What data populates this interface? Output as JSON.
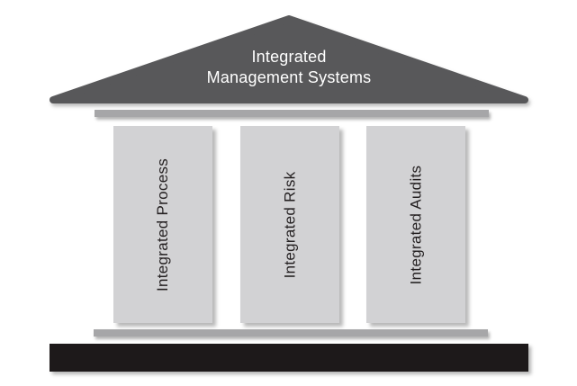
{
  "diagram": {
    "type": "temple-pillar-diagram",
    "roof": {
      "title": "Integrated\nManagement Systems"
    },
    "pillars": [
      {
        "label": "Integrated Process"
      },
      {
        "label": "Integrated Risk"
      },
      {
        "label": "Integrated Audits"
      }
    ],
    "colors": {
      "roof_fill": "#58585a",
      "roof_text": "#ffffff",
      "beam_fill": "#a6a6a8",
      "pillar_fill": "#d2d2d4",
      "pillar_text": "#231f20",
      "base_fill": "#1d191a",
      "background": "#ffffff"
    }
  }
}
